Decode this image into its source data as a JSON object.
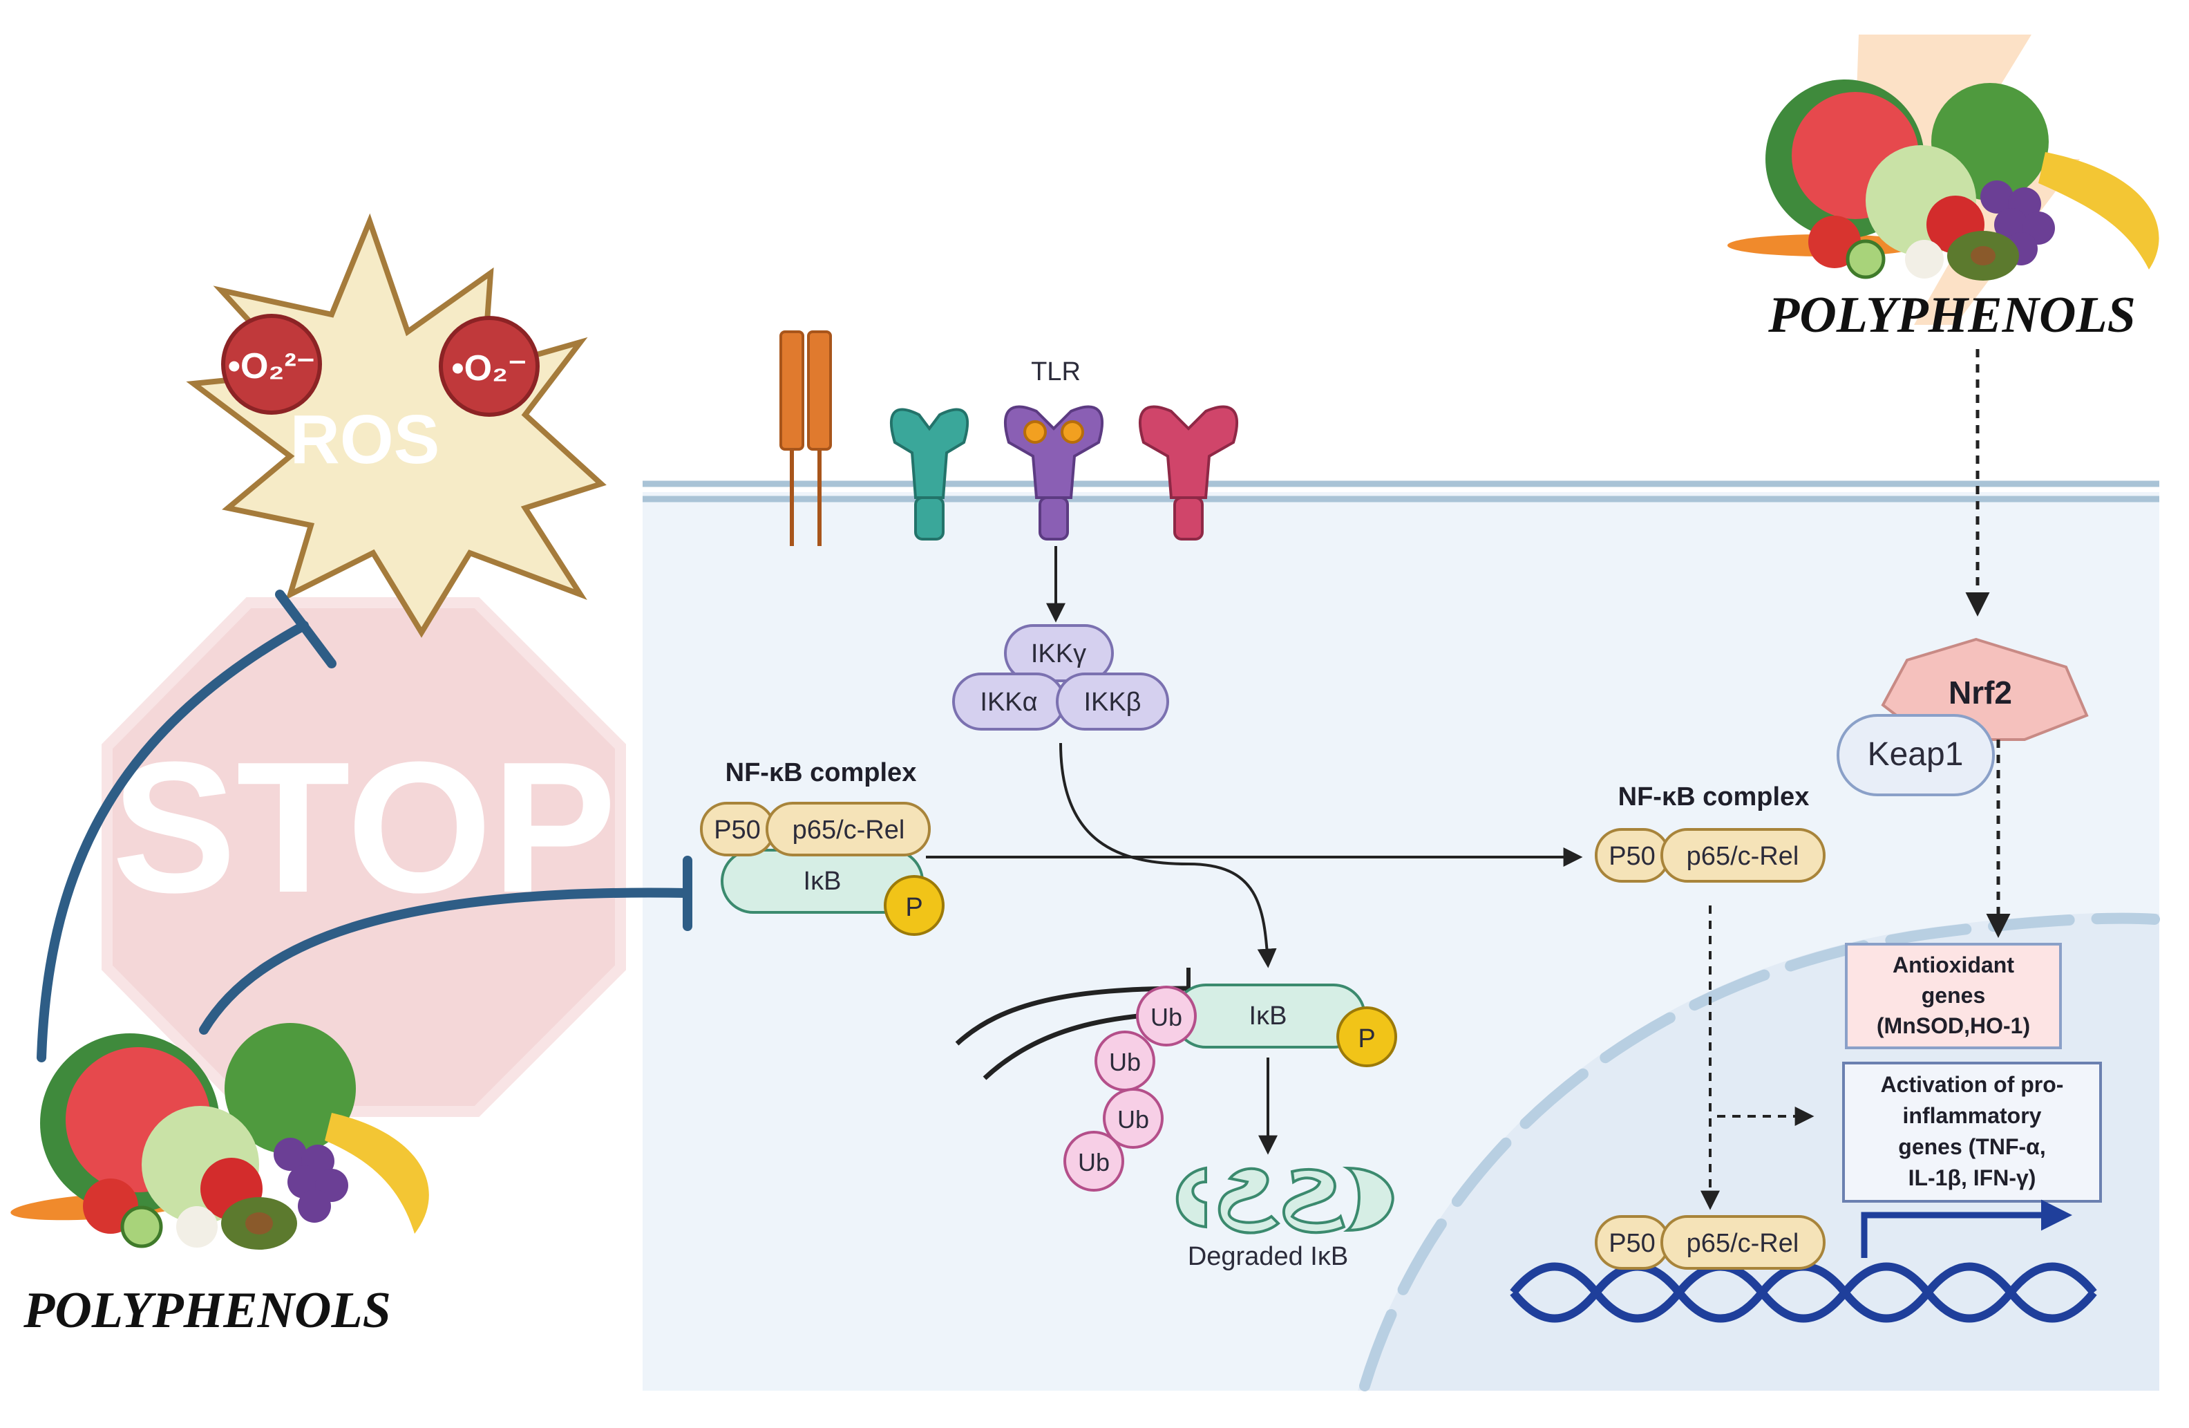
{
  "ros": {
    "label": "ROS",
    "superoxide_a": "•O₂²⁻",
    "superoxide_b": "•O₂⁻"
  },
  "stop_sign": {
    "label": "STOP"
  },
  "polyphenols": {
    "left_label": "POLYPHENOLS",
    "right_label": "POLYPHENOLS"
  },
  "receptor": {
    "tlr_label": "TLR"
  },
  "ikk": {
    "gamma": "IKKγ",
    "alpha": "IKKα",
    "beta": "IKKβ"
  },
  "nfkb_cytoplasm": {
    "title": "NF-κB complex",
    "p50": "P50",
    "p65": "p65/c-Rel",
    "ikb": "IκB",
    "phospho": "P"
  },
  "nfkb_free": {
    "title": "NF-κB complex",
    "p50": "P50",
    "p65": "p65/c-Rel"
  },
  "ubiquitination": {
    "ikb": "IκB",
    "phospho": "P",
    "ub": "Ub",
    "degraded_label": "Degraded IκB"
  },
  "nrf2": {
    "nrf2": "Nrf2",
    "keap1": "Keap1"
  },
  "antioxidant_box": {
    "line1": "Antioxidant",
    "line2": "genes",
    "line3": "(MnSOD,HO-1)"
  },
  "proinflammatory_box": {
    "line1": "Activation of pro-",
    "line2": "inflammatory",
    "line3": "genes (TNF-α,",
    "line4": "IL-1β, IFN-γ)"
  },
  "nucleus_complex": {
    "p50": "P50",
    "p65": "p65/c-Rel"
  },
  "colors": {
    "membrane": "#a9c3d6",
    "cell_fill": "#eef4fa",
    "nucleus_fill": "#e2ebf5",
    "inhibitor": "#2e5d86",
    "ros_fill": "#f6ebc7",
    "ros_stroke": "#a57b3b",
    "superoxide": "#c0393b",
    "stop": "#e7a7aa",
    "ikk_fill": "#d5d0ef",
    "protein_fill": "#f5e3b8",
    "ikb_fill": "#d6eee5",
    "phospho": "#f1c418",
    "ub_fill": "#f7cfe6",
    "nrf2_fill": "#f5c1bd",
    "dna": "#1f3f9b"
  }
}
